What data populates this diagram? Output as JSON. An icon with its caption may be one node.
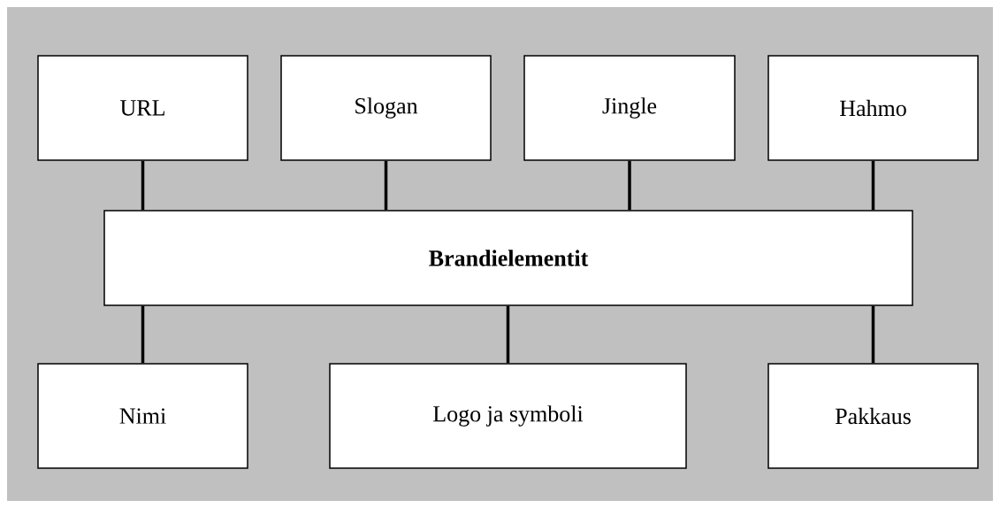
{
  "diagram": {
    "nodes": [
      {
        "text": [
          "URL"
        ]
      },
      {
        "text": [
          "Slogan"
        ]
      },
      {
        "text": [
          "Jingle"
        ]
      },
      {
        "text": [
          "Hahmo"
        ]
      },
      {
        "text": [
          "**Brandielementit**"
        ]
      },
      {
        "text": [
          "Nimi"
        ]
      },
      {
        "text": [
          "Logo ja symboli"
        ]
      },
      {
        "text": [
          "Pakkaus"
        ]
      }
    ],
    "edges": [
      {
        "from": 0,
        "to": 4,
        "arrow": "none"
      },
      {
        "from": 1,
        "to": 4,
        "arrow": "none"
      },
      {
        "from": 2,
        "to": 4,
        "arrow": "none"
      },
      {
        "from": 3,
        "to": 4,
        "arrow": "none"
      },
      {
        "from": 4,
        "to": 5,
        "arrow": "none"
      },
      {
        "from": 4,
        "to": 6,
        "arrow": "none"
      },
      {
        "from": 4,
        "to": 7,
        "arrow": "none"
      }
    ]
  }
}
